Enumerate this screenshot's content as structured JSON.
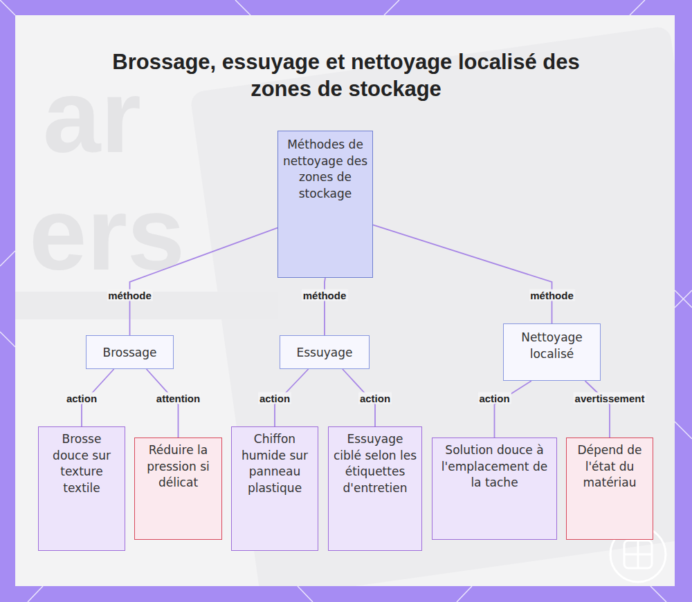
{
  "diagram": {
    "title": "Brossage, essuyage et nettoyage localisé des zones de stockage",
    "nodes": [
      {
        "text": [
          "Méthodes de nettoyage des zones de stockage"
        ]
      },
      {
        "text": [
          "Brossage"
        ]
      },
      {
        "text": [
          "Essuyage"
        ]
      },
      {
        "text": [
          "Nettoyage localisé"
        ]
      },
      {
        "text": [
          "Brosse douce sur texture textile"
        ]
      },
      {
        "text": [
          "Réduire la pression si délicat"
        ]
      },
      {
        "text": [
          "Chiffon humide sur panneau plastique"
        ]
      },
      {
        "text": [
          "Essuyage ciblé selon les étiquettes d'entretien"
        ]
      },
      {
        "text": [
          "Solution douce à l'emplacement de la tache"
        ]
      },
      {
        "text": [
          "Dépend de l'état du matériau"
        ]
      }
    ],
    "edges": [
      {
        "from": 0,
        "to": 1,
        "label": "méthode",
        "arrow": "none"
      },
      {
        "from": 0,
        "to": 2,
        "label": "méthode",
        "arrow": "none"
      },
      {
        "from": 0,
        "to": 3,
        "label": "méthode",
        "arrow": "none"
      },
      {
        "from": 1,
        "to": 4,
        "label": "action",
        "arrow": "none"
      },
      {
        "from": 1,
        "to": 5,
        "label": "attention",
        "arrow": "none"
      },
      {
        "from": 2,
        "to": 6,
        "label": "action",
        "arrow": "none"
      },
      {
        "from": 2,
        "to": 7,
        "label": "action",
        "arrow": "none"
      },
      {
        "from": 3,
        "to": 8,
        "label": "action",
        "arrow": "none"
      },
      {
        "from": 3,
        "to": 9,
        "label": "avertissement",
        "arrow": "none"
      }
    ],
    "labels": [
      "ar",
      "ers"
    ]
  }
}
